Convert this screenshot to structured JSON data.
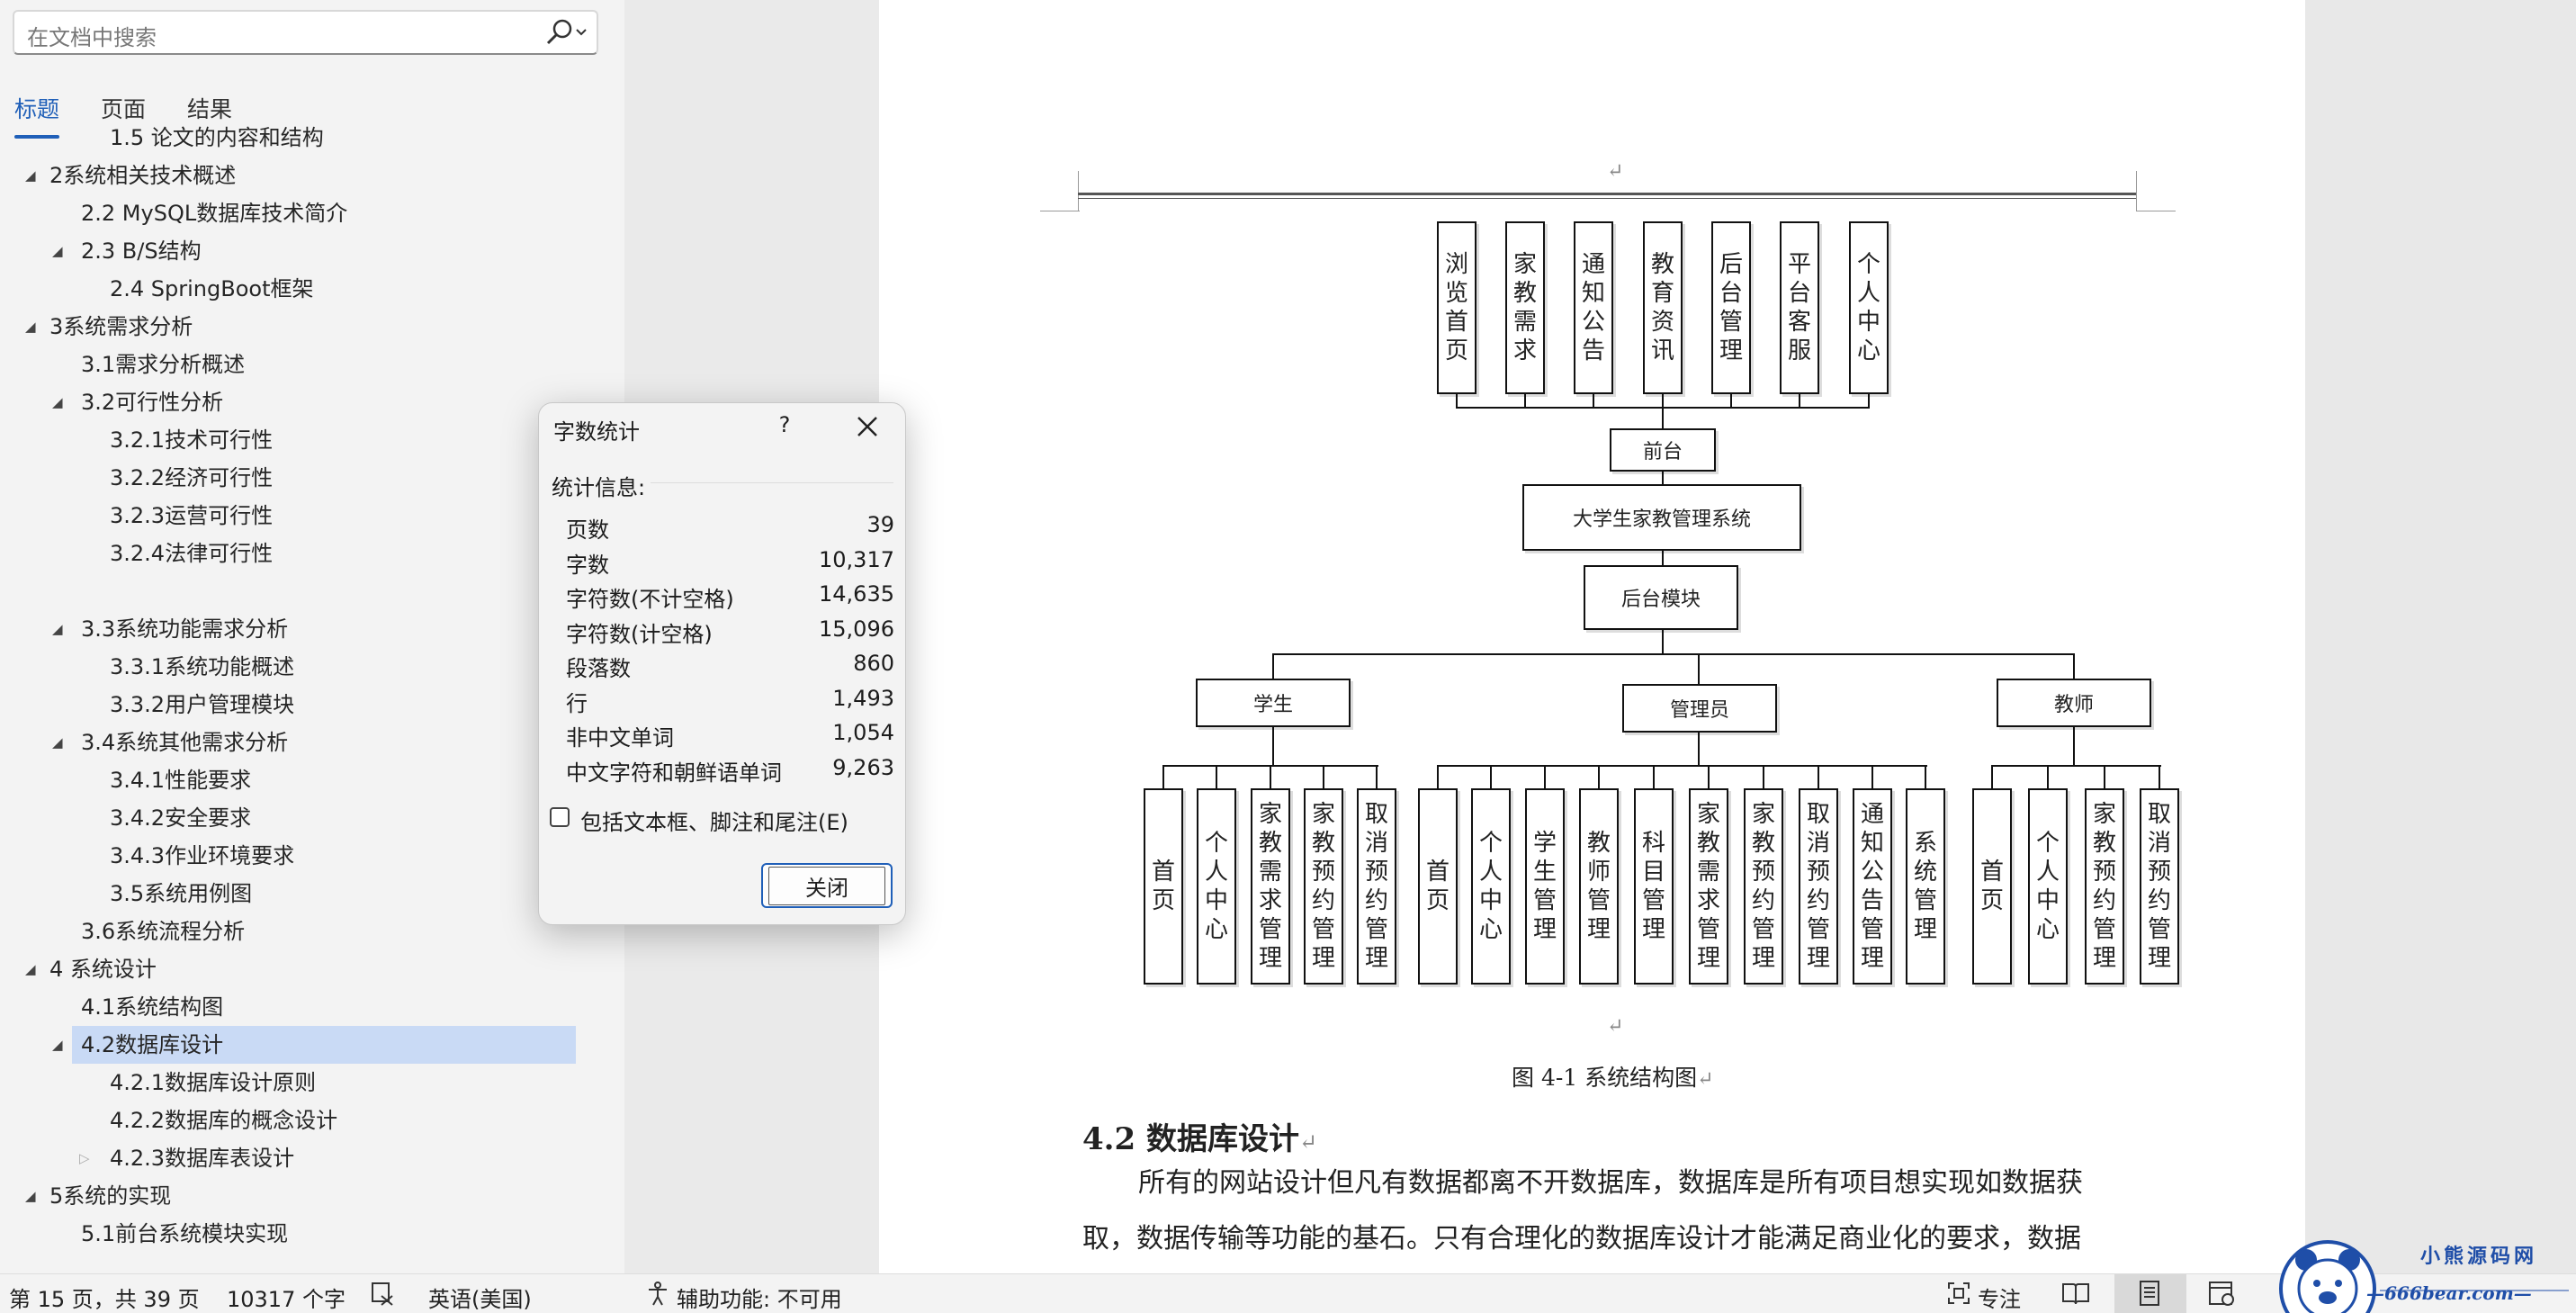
{
  "nav": {
    "search_placeholder": "在文档中搜索",
    "tabs": [
      {
        "label": "标题",
        "active": true
      },
      {
        "label": "页面",
        "active": false
      },
      {
        "label": "结果",
        "active": false
      }
    ],
    "headings": [
      {
        "label": "1.5 论文的内容和结构",
        "level": 3,
        "expander": "none",
        "selected": false
      },
      {
        "label": "2系统相关技术概述",
        "level": 1,
        "expander": "open",
        "selected": false
      },
      {
        "label": "2.2 MySQL数据库技术简介",
        "level": 2,
        "expander": "none",
        "selected": false
      },
      {
        "label": "2.3 B/S结构",
        "level": 2,
        "expander": "open",
        "selected": false
      },
      {
        "label": "2.4 SpringBoot框架",
        "level": 3,
        "expander": "none",
        "selected": false
      },
      {
        "label": "3系统需求分析",
        "level": 1,
        "expander": "open",
        "selected": false
      },
      {
        "label": "3.1需求分析概述",
        "level": 2,
        "expander": "none",
        "selected": false
      },
      {
        "label": "3.2可行性分析",
        "level": 2,
        "expander": "open",
        "selected": false
      },
      {
        "label": "3.2.1技术可行性",
        "level": 3,
        "expander": "none",
        "selected": false
      },
      {
        "label": "3.2.2经济可行性",
        "level": 3,
        "expander": "none",
        "selected": false
      },
      {
        "label": "3.2.3运营可行性",
        "level": 3,
        "expander": "none",
        "selected": false
      },
      {
        "label": "3.2.4法律可行性",
        "level": 3,
        "expander": "none",
        "selected": false
      },
      {
        "label": "",
        "level": 3,
        "expander": "none",
        "selected": false
      },
      {
        "label": "3.3系统功能需求分析",
        "level": 2,
        "expander": "open",
        "selected": false
      },
      {
        "label": "3.3.1系统功能概述",
        "level": 3,
        "expander": "none",
        "selected": false
      },
      {
        "label": "3.3.2用户管理模块",
        "level": 3,
        "expander": "none",
        "selected": false
      },
      {
        "label": "3.4系统其他需求分析",
        "level": 2,
        "expander": "open",
        "selected": false
      },
      {
        "label": "3.4.1性能要求",
        "level": 3,
        "expander": "none",
        "selected": false
      },
      {
        "label": "3.4.2安全要求",
        "level": 3,
        "expander": "none",
        "selected": false
      },
      {
        "label": "3.4.3作业环境要求",
        "level": 3,
        "expander": "none",
        "selected": false
      },
      {
        "label": "3.5系统用例图",
        "level": 3,
        "expander": "none",
        "selected": false
      },
      {
        "label": "3.6系统流程分析",
        "level": 2,
        "expander": "none",
        "selected": false
      },
      {
        "label": "4 系统设计",
        "level": 1,
        "expander": "open",
        "selected": false
      },
      {
        "label": "4.1系统结构图",
        "level": 2,
        "expander": "none",
        "selected": false
      },
      {
        "label": "4.2数据库设计",
        "level": 2,
        "expander": "open",
        "selected": true
      },
      {
        "label": "4.2.1数据库设计原则",
        "level": 3,
        "expander": "none",
        "selected": false
      },
      {
        "label": "4.2.2数据库的概念设计",
        "level": 3,
        "expander": "none",
        "selected": false
      },
      {
        "label": "4.2.3数据库表设计",
        "level": 3,
        "expander": "closed",
        "selected": false
      },
      {
        "label": "5系统的实现",
        "level": 1,
        "expander": "open",
        "selected": false
      },
      {
        "label": "5.1前台系统模块实现",
        "level": 2,
        "expander": "none",
        "selected": false
      }
    ]
  },
  "dialog": {
    "title": "字数统计",
    "help": "?",
    "section_label": "统计信息:",
    "stats": [
      {
        "label": "页数",
        "value": "39"
      },
      {
        "label": "字数",
        "value": "10,317"
      },
      {
        "label": "字符数(不计空格)",
        "value": "14,635"
      },
      {
        "label": "字符数(计空格)",
        "value": "15,096"
      },
      {
        "label": "段落数",
        "value": "860"
      },
      {
        "label": "行",
        "value": "1,493"
      },
      {
        "label": "非中文单词",
        "value": "1,054"
      },
      {
        "label": "中文字符和朝鲜语单词",
        "value": "9,263"
      }
    ],
    "checkbox_label": "包括文本框、脚注和尾注(E)",
    "checkbox_checked": false,
    "close_button": "关闭"
  },
  "document": {
    "diagram": {
      "top_modules": [
        "浏览首页",
        "家教需求",
        "通知公告",
        "教育资讯",
        "后台管理",
        "平台客服",
        "个人中心"
      ],
      "frontend_label": "前台",
      "system_label": "大学生家教管理系统",
      "backend_label": "后台模块",
      "roles": [
        {
          "label": "学生",
          "modules": [
            "首页",
            "个人中心",
            "家教需求管理",
            "家教预约管理",
            "取消预约管理"
          ]
        },
        {
          "label": "管理员",
          "modules": [
            "首页",
            "个人中心",
            "学生管理",
            "教师管理",
            "科目管理",
            "家教需求管理",
            "家教预约管理",
            "取消预约管理",
            "通知公告管理",
            "系统管理"
          ]
        },
        {
          "label": "教师",
          "modules": [
            "首页",
            "个人中心",
            "家教预约管理",
            "取消预约管理"
          ]
        }
      ]
    },
    "caption": "图 4-1 系统结构图",
    "paragraph_mark": "↵",
    "heading": "4.2 数据库设计",
    "body_lines": [
      "所有的网站设计但凡有数据都离不开数据库，数据库是所有项目想实现如数据获",
      "取，数据传输等功能的基石。只有合理化的数据库设计才能满足商业化的要求，数据"
    ]
  },
  "status": {
    "page": "第 15 页，共 39 页",
    "words": "10317 个字",
    "language": "英语(美国)",
    "accessibility": "辅助功能: 不可用",
    "focus": "专注"
  },
  "watermark": {
    "name": "小熊源码网",
    "url": "—666bear.com—"
  }
}
